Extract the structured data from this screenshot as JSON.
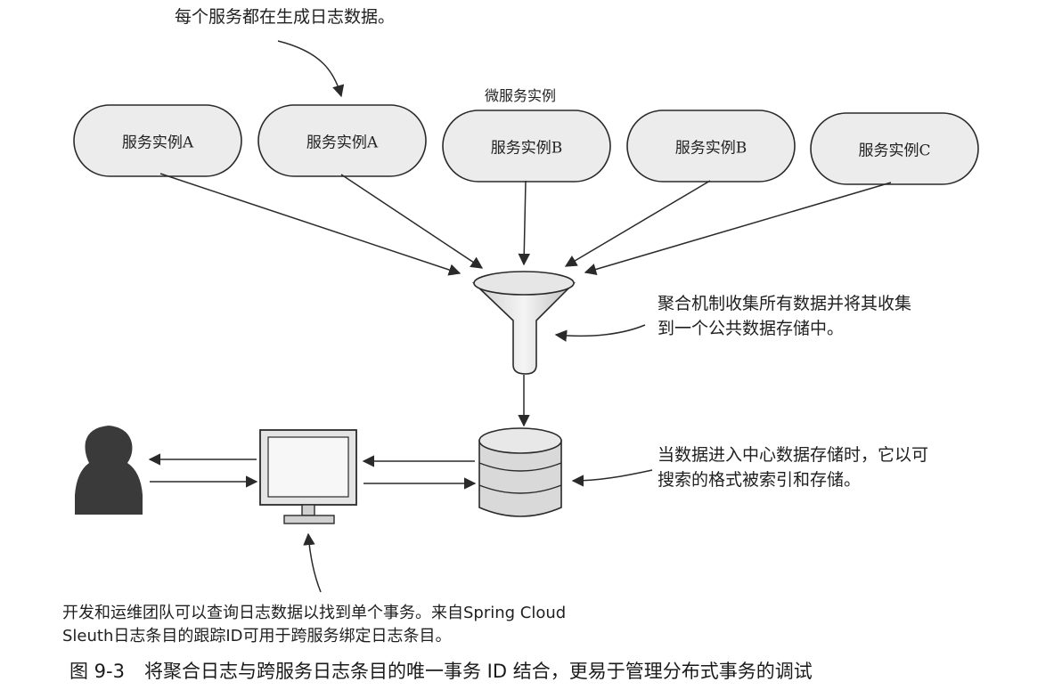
{
  "annotations": {
    "top_note": "每个服务都在生成日志数据。",
    "group_title": "微服务实例",
    "funnel_note_line1": "聚合机制收集所有数据并将其收集",
    "funnel_note_line2": "到一个公共数据存储中。",
    "db_note_line1": "当数据进入中心数据存储时，它以可",
    "db_note_line2": "搜索的格式被索引和存储。",
    "bottom_note_line1": "开发和运维团队可以查询日志数据以找到单个事务。来自Spring Cloud",
    "bottom_note_line2": "Sleuth日志条目的跟踪ID可用于跨服务绑定日志条目。"
  },
  "service_instances": [
    {
      "label": "服务实例A"
    },
    {
      "label": "服务实例A"
    },
    {
      "label": "服务实例B"
    },
    {
      "label": "服务实例B"
    },
    {
      "label": "服务实例C"
    }
  ],
  "caption": {
    "figure_number": "图 9-3",
    "text": "将聚合日志与跨服务日志条目的唯一事务 ID 结合，更易于管理分布式事务的调试"
  },
  "colors": {
    "node_fill": "#ececec",
    "stroke": "#2a2a2a",
    "person": "#3a3a3a",
    "db_fill": "#d9d9d9"
  }
}
